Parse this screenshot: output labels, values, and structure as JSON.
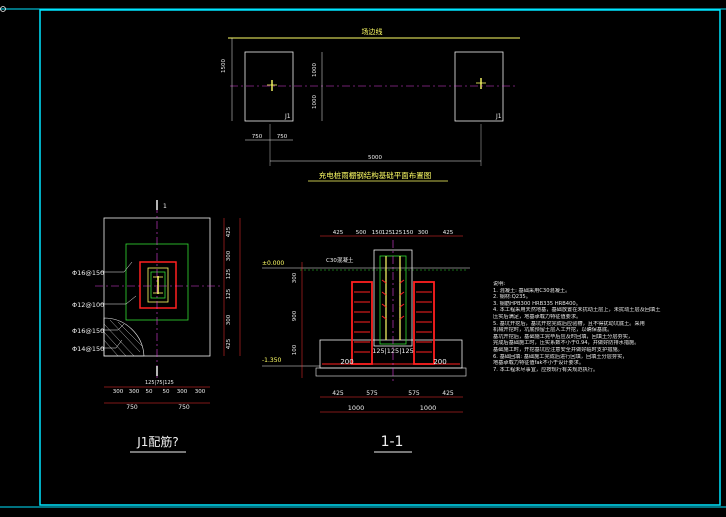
{
  "colors": {
    "frame": "#00e5ff",
    "lines": "#f0f0f0",
    "dims": "#ff3030",
    "centerline": "#e040e0",
    "rebar": "#ff2020",
    "ground": "#33dd33",
    "text_yellow": "#ffff66",
    "text_white": "#f0f0f0"
  },
  "plan": {
    "top_edge_label": "场边线",
    "dims_vertical": [
      "1500",
      "1000",
      "1000"
    ],
    "dims_horizontal": [
      "750",
      "750"
    ],
    "span": "5000",
    "tag_left": "J1",
    "tag_right": "J1",
    "title": "充电桩雨棚钢结构基础平面布置图"
  },
  "j1_plan": {
    "section_mark": "1",
    "rebar_labels": [
      "Φ16@150",
      "Φ12@100",
      "Φ16@150",
      "Φ14@150"
    ],
    "right_dims": [
      "425",
      "300",
      "125",
      "125",
      "300",
      "425"
    ],
    "bottom_dims_1": [
      "300",
      "300",
      "50",
      "50",
      "300",
      "300"
    ],
    "bottom_dims_2": [
      "750",
      "750"
    ],
    "small_note": "125|75|125",
    "title": "J1配筋?"
  },
  "section": {
    "top_dims": [
      "425",
      "500",
      "150",
      "125",
      "125",
      "150",
      "300",
      "425"
    ],
    "elev_top": "±0.000",
    "elev_bottom": "-1.350",
    "column_note": "C30混凝土",
    "left_dims": [
      "300",
      "900",
      "100"
    ],
    "base_dims": [
      "200",
      "200"
    ],
    "mid_label": "125|125|125",
    "bottom_dims_1": [
      "425",
      "575",
      "575",
      "425"
    ],
    "bottom_dims_2": [
      "1000",
      "1000"
    ],
    "title": "1-1"
  },
  "notes": [
    "说明:",
    "1. 混凝土: 基础采用C30混凝土。",
    "2. 钢材:Q235。",
    "3. 钢筋HPB300 HRB335 HRB400。",
    "4. 本工程采用天然地基，基础放置在未扰动土层上，未扰动土层及回填土",
    "   压实后满足，地基承载力特征值要求。",
    "5. 基坑开挖后，基坑开挖完成后应验槽，且不得扰动坑底土。采用",
    "   机械开挖时，坑底预留土层人工开挖，以确保基底。",
    "   基坑开挖后，基础施工完毕后应及时回填，回填土分层夯实，",
    "   完成后基础施工时，压实系数不小于0.94，并做好防排水措施。",
    "   基础施工时，开挖基坑应注意安全并做好临时支护措施。",
    "6. 基础回填: 基础施工完成后进行回填，回填土分层夯实，",
    "   地基承载力特征值fak不小于设计要求。",
    "7. 本工程未尽事宜，应按现行有关规范执行。"
  ]
}
